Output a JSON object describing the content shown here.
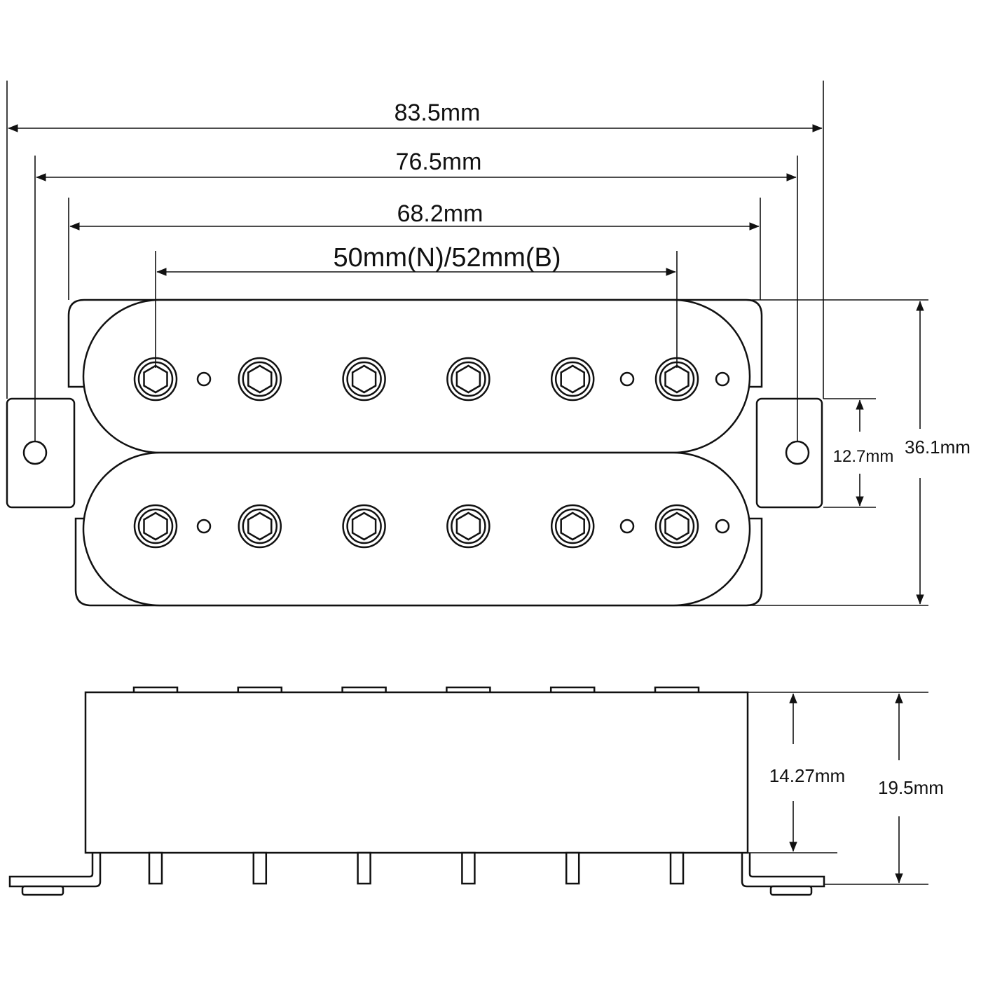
{
  "dimensions": {
    "overall_length": "83.5mm",
    "mounting_hole_spacing": "76.5mm",
    "bobbin_length": "68.2mm",
    "pole_spacing": "50mm(N)/52mm(B)",
    "tab_width": "12.7mm",
    "overall_width": "36.1mm",
    "body_height": "14.27mm",
    "total_height": "19.5mm"
  },
  "pole_count_per_bobbin": 6
}
